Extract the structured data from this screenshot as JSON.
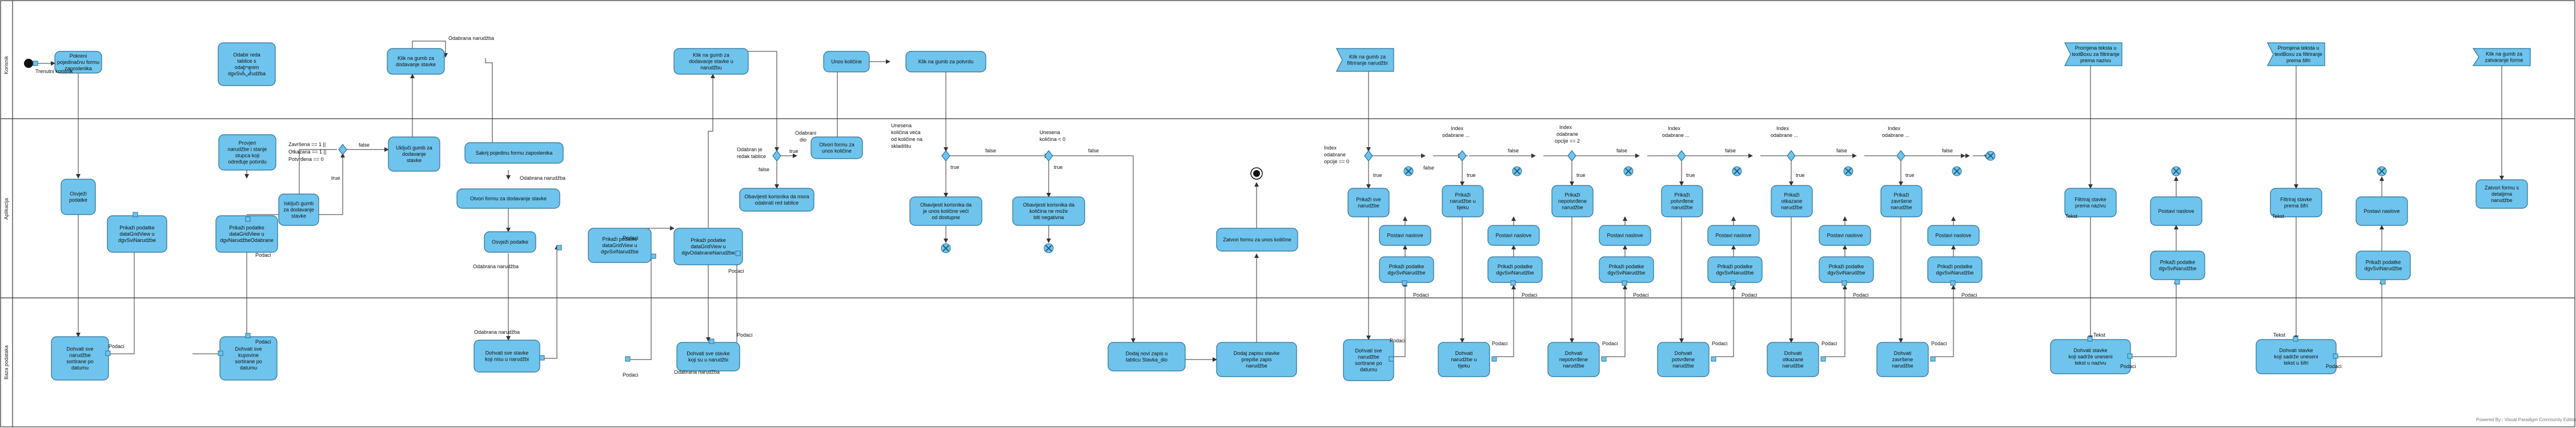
{
  "lanes": [
    "Korisnik",
    "Aplikacija",
    "Baza podataka"
  ],
  "actions": [
    {
      "id": "a1",
      "text": [
        "Pokreni",
        "pojedinačnu formu",
        "zaposlenika"
      ]
    },
    {
      "id": "a2",
      "text": [
        "Odabir reda",
        "tablice s",
        "odabranim",
        "dgvSviNarudžba"
      ]
    },
    {
      "id": "a3",
      "text": [
        "Klik na gumb za",
        "dodavanje stavke"
      ]
    },
    {
      "id": "a4",
      "text": [
        "Klik na gumb za",
        "dodavanje stavke u",
        "narudžbu"
      ]
    },
    {
      "id": "a5",
      "text": [
        "Unos količine"
      ]
    },
    {
      "id": "a6",
      "text": [
        "Klik na gumb za potvrdu"
      ]
    },
    {
      "id": "a7",
      "text": [
        "Osvježi",
        "podatke"
      ]
    },
    {
      "id": "a8",
      "text": [
        "Prikaži podatke",
        "dataGridView u",
        "dgvSviNarudžbe"
      ]
    },
    {
      "id": "a9",
      "text": [
        "Provjeri",
        "narudžbe i stanje",
        "stupca koji",
        "određuje potvrdu"
      ]
    },
    {
      "id": "a10",
      "text": [
        "Prikaži podatke",
        "dataGridView u",
        "dgvNarudžbeOdabrane"
      ]
    },
    {
      "id": "a11",
      "text": [
        "Isključi gumb",
        "za dodavanje",
        "stavke"
      ]
    },
    {
      "id": "a12",
      "text": [
        "Uključi gumb za",
        "dodavanje",
        "stavke"
      ]
    },
    {
      "id": "a13",
      "text": [
        "Sakrij pojedinu formu zaposlenika"
      ]
    },
    {
      "id": "a14",
      "text": [
        "Otvori formu za dodavanje stavke"
      ]
    },
    {
      "id": "a15",
      "text": [
        "Osvježi podatke"
      ]
    },
    {
      "id": "a16",
      "text": [
        "Prikaži podatke",
        "dataGridView u",
        "dgvSviNarudžbe"
      ]
    },
    {
      "id": "a17",
      "text": [
        "Prikaži podatke",
        "dataGridView u",
        "dgvOdabraneNarudžbe"
      ]
    },
    {
      "id": "a18",
      "text": [
        "Otvori formu za",
        "unos količine"
      ]
    },
    {
      "id": "a19",
      "text": [
        "Obavijesti korisnika da mora",
        "odabrati red tablice"
      ]
    },
    {
      "id": "a20",
      "text": [
        "Obavijesti korisnika da",
        "je unos količine veći",
        "od dostupne"
      ]
    },
    {
      "id": "a21",
      "text": [
        "Obavijesti korisnika da",
        "količina ne može",
        "biti negativna"
      ]
    },
    {
      "id": "a22",
      "text": [
        "Zatvori formu za unos količine"
      ]
    },
    {
      "id": "a23",
      "text": [
        "Dohvati sve",
        "narudžbe",
        "sortirane po",
        "datumu"
      ]
    },
    {
      "id": "a24",
      "text": [
        "Dohvati sve",
        "kupovine",
        "sortirane po",
        "datumu"
      ]
    },
    {
      "id": "a25",
      "text": [
        "Dohvati sve stavke",
        "koji nisu u narudžbi"
      ]
    },
    {
      "id": "a26",
      "text": [
        "Dohvati sve stavke",
        "koji su u narudžbi"
      ]
    },
    {
      "id": "a27",
      "text": [
        "Dodaj novi zapis u",
        "tablicu Stavka_dio"
      ]
    },
    {
      "id": "a28",
      "text": [
        "Dodaj zapisu stavke",
        "prepiše zapis",
        "narudžbe"
      ]
    },
    {
      "id": "a29",
      "text": [
        "Prikaži sve",
        "narudžbe"
      ]
    },
    {
      "id": "a30",
      "text": [
        "Prikaži",
        "narudžbe u",
        "tijeku"
      ]
    },
    {
      "id": "a31",
      "text": [
        "Prikaži",
        "nepotvrđene",
        "narudžbe"
      ]
    },
    {
      "id": "a32",
      "text": [
        "Prikaži",
        "potvrđene",
        "narudžbe"
      ]
    },
    {
      "id": "a33",
      "text": [
        "Prikaži",
        "otkazane",
        "narudžbe"
      ]
    },
    {
      "id": "a34",
      "text": [
        "Prikaži",
        "završene",
        "narudžbe"
      ]
    },
    {
      "id": "a35",
      "text": [
        "Postavi naslove"
      ]
    },
    {
      "id": "a36",
      "text": [
        "Prikaži podatke",
        "dgvSviNarudžbe"
      ]
    },
    {
      "id": "a37",
      "text": [
        "Dohvati sve",
        "narudžbe",
        "sortirane po",
        "datumu"
      ]
    },
    {
      "id": "a38",
      "text": [
        "Dohvati",
        "narudžbe u",
        "tijeku"
      ]
    },
    {
      "id": "a39",
      "text": [
        "Dohvati",
        "nepotvrđene",
        "narudžbe"
      ]
    },
    {
      "id": "a40",
      "text": [
        "Dohvati",
        "potvrđene",
        "narudžbe"
      ]
    },
    {
      "id": "a41",
      "text": [
        "Dohvati",
        "otkazane",
        "narudžbe"
      ]
    },
    {
      "id": "a42",
      "text": [
        "Dohvati",
        "završene",
        "narudžbe"
      ]
    },
    {
      "id": "a43",
      "text": [
        "Filtriraj stavke",
        "prema nazivu"
      ]
    },
    {
      "id": "a44",
      "text": [
        "Dohvati stavke",
        "koji sadrže uneseni",
        "tekst u nazivu"
      ]
    },
    {
      "id": "a45",
      "text": [
        "Filtriraj stavke",
        "prema šifri"
      ]
    },
    {
      "id": "a46",
      "text": [
        "Dohvati stavke",
        "koji sadrže uneseni",
        "tekst u šifri"
      ]
    },
    {
      "id": "a47",
      "text": [
        "Zatvori formu s",
        "detaljima",
        "narudžbe"
      ]
    }
  ],
  "flags": [
    {
      "id": "f1",
      "text": [
        "Klik na gumb za",
        "filtriranje narudžbi"
      ]
    },
    {
      "id": "f2",
      "text": [
        "Promjena teksta u",
        "textBoxu za filtriranje",
        "prema nazivu"
      ]
    },
    {
      "id": "f3",
      "text": [
        "Promjena teksta u",
        "textBoxu za filtriranje",
        "prema šifri"
      ]
    },
    {
      "id": "f4",
      "text": [
        "Klik na gumb za",
        "zatvaranje forme"
      ]
    }
  ],
  "guards": {
    "trenutni_korisnik": "Trenutni korisnik",
    "podaci": "Podaci",
    "odabrana_narudzba": "Odabrana narudžba",
    "zavrsena": "Završena == 1 ||",
    "otkazana": "Otkazana == 1 ||",
    "potvrdjena": "Potvrđena == 0",
    "false": "false",
    "true": "true",
    "odabran_red": "Odabran je",
    "redak_tablice": "redak tablice",
    "odabrani": "Odabrani",
    "dio": "dio",
    "unesena_kolicina_veca": "Unesena",
    "kolicina_veca_2": "količina veća",
    "kolicina_veca_3": "od količine na",
    "kolicina_veca_4": "skladištu",
    "unesena_kolicina_0": "Unesena",
    "kolicina_0": "količina < 0",
    "index_0a": "Index",
    "index_0b": "odabrane",
    "index_0c": "opcije == 0",
    "index_1a": "Index",
    "index_1b": "odabrane ...",
    "index_2a": "Index",
    "index_2b": "odabrane",
    "index_2c": "opcije == 2",
    "index_3a": "Index",
    "index_3b": "odabrane ...",
    "index_4a": "Index",
    "index_4b": "odabrane ...",
    "index_5a": "Index",
    "index_5b": "odabrane ...",
    "tekst": "Tekst"
  },
  "watermark": "Powered By:: Visual Paradigm Community Edition"
}
